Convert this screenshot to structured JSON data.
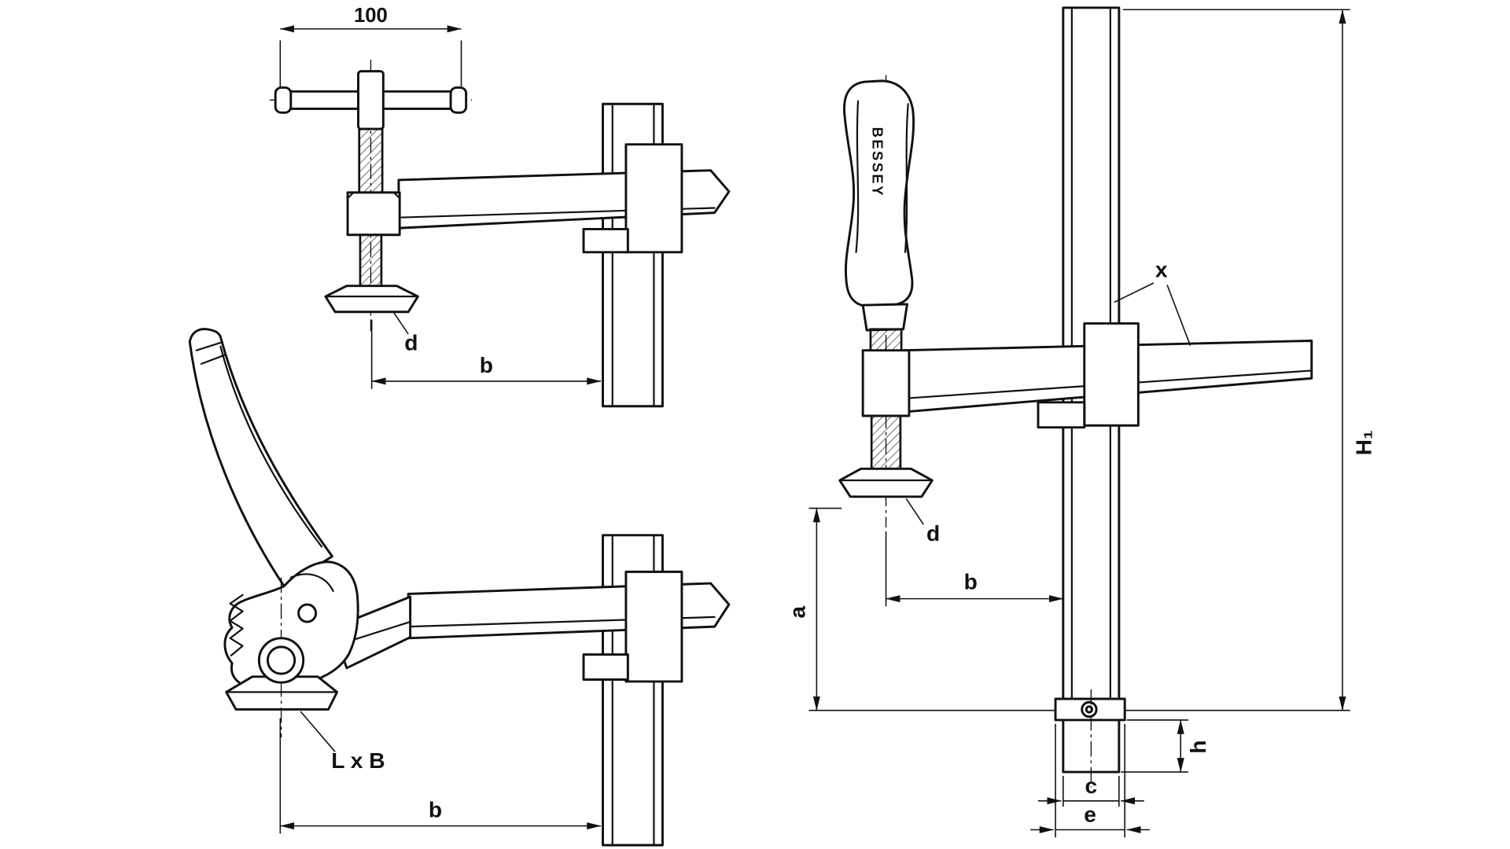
{
  "drawing": {
    "brand": "BESSEY",
    "colors": {
      "ink": "#111111",
      "background": "#ffffff"
    },
    "views": {
      "t_handle": {
        "dims": {
          "width": "100",
          "pad": "d",
          "throat": "b"
        }
      },
      "lever": {
        "dims": {
          "foot": "L x B",
          "throat": "b"
        }
      },
      "front": {
        "dims": {
          "profile": "x",
          "height": "H₁",
          "pad": "d",
          "throat": "b",
          "reach": "a",
          "height_h": "h",
          "slot": "c",
          "base": "e"
        }
      }
    }
  }
}
